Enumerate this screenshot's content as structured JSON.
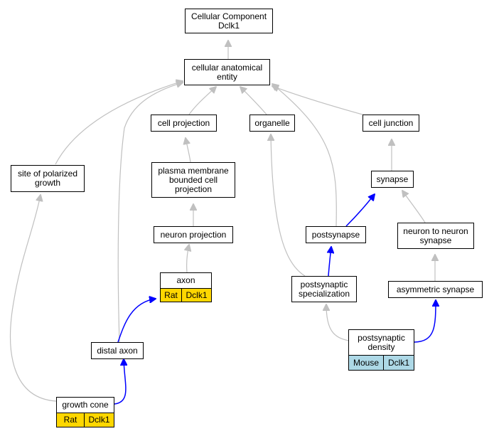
{
  "nodes": {
    "root": "Cellular Component\nDclk1",
    "cellular_anatomical_entity": "cellular anatomical\nentity",
    "cell_projection": "cell projection",
    "organelle": "organelle",
    "cell_junction": "cell junction",
    "site_of_polarized_growth": "site of polarized\ngrowth",
    "plasma_membrane_bounded_cell_projection": "plasma membrane\nbounded cell\nprojection",
    "synapse": "synapse",
    "neuron_projection": "neuron projection",
    "postsynapse": "postsynapse",
    "neuron_to_neuron_synapse": "neuron to neuron\nsynapse",
    "axon": "axon",
    "postsynaptic_specialization": "postsynaptic\nspecialization",
    "asymmetric_synapse": "asymmetric synapse",
    "distal_axon": "distal axon",
    "postsynaptic_density": "postsynaptic\ndensity",
    "growth_cone": "growth cone"
  },
  "annotations": {
    "axon": {
      "species": "Rat",
      "gene": "Dclk1"
    },
    "postsynaptic_density": {
      "species": "Mouse",
      "gene": "Dclk1"
    },
    "growth_cone": {
      "species": "Rat",
      "gene": "Dclk1"
    }
  },
  "colors": {
    "rat_annotation": "#ffd700",
    "mouse_annotation": "#add8e6",
    "edge_default": "#c0c0c0",
    "edge_highlight": "#0000ff"
  }
}
